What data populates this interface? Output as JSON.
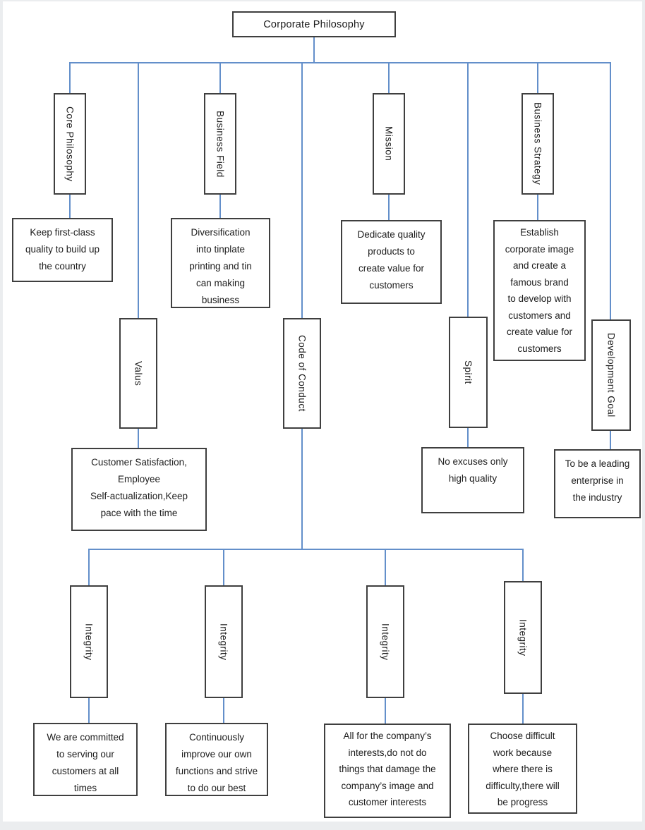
{
  "colors": {
    "connector": "#638fca",
    "box_border": "#3f3f3f",
    "page_background": "#ffffff",
    "frame_background": "#ebedef",
    "text": "#1c1c1c"
  },
  "root": {
    "label": "Corporate Philosophy"
  },
  "level1": [
    {
      "label": "Core Philosophy",
      "desc": "Keep first-class\nquality to build up\nthe country"
    },
    {
      "label": "Business Field",
      "desc": "Diversification\ninto tinplate\nprinting and tin\ncan making\nbusiness"
    },
    {
      "label": "Mission",
      "desc": "Dedicate quality\nproducts to\ncreate value for\ncustomers"
    },
    {
      "label": "Business Strategy",
      "desc": "Establish\ncorporate image\nand create a\nfamous brand\nto develop with\ncustomers and\ncreate value for\ncustomers"
    }
  ],
  "level2": [
    {
      "label": "Valus",
      "desc": "Customer Satisfaction,\nEmployee\nSelf-actualization,Keep\npace with the time"
    },
    {
      "label": "Code of Conduct",
      "desc": ""
    },
    {
      "label": "Spirit",
      "desc": "No excuses only\nhigh quality"
    },
    {
      "label": "Development Goal",
      "desc": "To be a leading\nenterprise in\nthe industry"
    }
  ],
  "level3": [
    {
      "label": "Integrity",
      "desc": "We are committed\nto serving our\ncustomers at all\ntimes"
    },
    {
      "label": "Integrity",
      "desc": "Continuously\nimprove our own\nfunctions and strive\nto do our best"
    },
    {
      "label": "Integrity",
      "desc": "All for the company’s\ninterests,do not do\nthings that damage the\ncompany’s image and\ncustomer interests"
    },
    {
      "label": "Integrity",
      "desc": "Choose difficult\nwork because\nwhere there is\ndifficulty,there will\nbe progress"
    }
  ]
}
